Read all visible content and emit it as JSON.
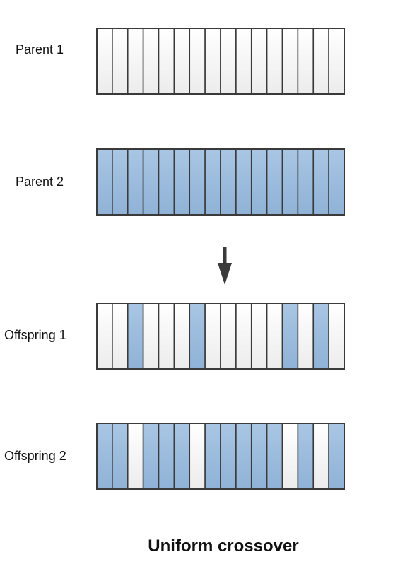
{
  "labels": {
    "parent1": "Parent 1",
    "parent2": "Parent 2",
    "offspring1": "Offspring 1",
    "offspring2": "Offspring 2"
  },
  "caption": "Uniform crossover",
  "colors": {
    "parent1_gene": "#f3f3f3",
    "parent2_gene": "#98b9da",
    "border": "#3a3a3a",
    "arrow": "#3a3a3a"
  },
  "chromosomes": {
    "parent1": [
      "P1",
      "P1",
      "P1",
      "P1",
      "P1",
      "P1",
      "P1",
      "P1",
      "P1",
      "P1",
      "P1",
      "P1",
      "P1",
      "P1",
      "P1",
      "P1"
    ],
    "parent2": [
      "P2",
      "P2",
      "P2",
      "P2",
      "P2",
      "P2",
      "P2",
      "P2",
      "P2",
      "P2",
      "P2",
      "P2",
      "P2",
      "P2",
      "P2",
      "P2"
    ],
    "offspring1": [
      "P1",
      "P1",
      "P2",
      "P1",
      "P1",
      "P1",
      "P2",
      "P1",
      "P1",
      "P1",
      "P1",
      "P1",
      "P2",
      "P1",
      "P2",
      "P1"
    ],
    "offspring2": [
      "P2",
      "P2",
      "P1",
      "P2",
      "P2",
      "P2",
      "P1",
      "P2",
      "P2",
      "P2",
      "P2",
      "P2",
      "P1",
      "P2",
      "P1",
      "P2"
    ]
  }
}
